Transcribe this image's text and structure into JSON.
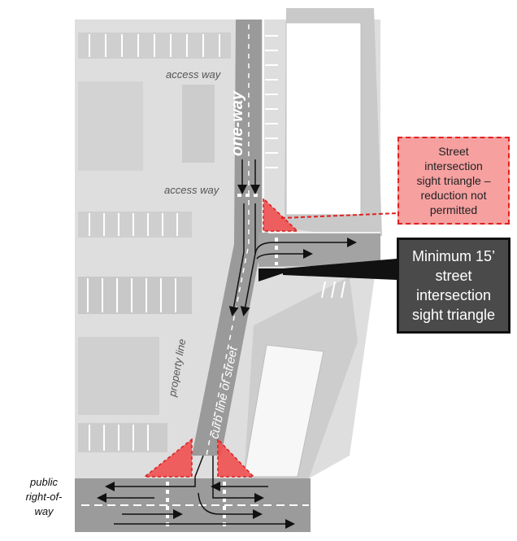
{
  "labels": {
    "access_way_top": "access way",
    "access_way_mid": "access way",
    "one_way": "one-way",
    "property_line": "property line",
    "curb_line": "curb line of street",
    "public_row": "public\nright-of-\nway"
  },
  "callouts": {
    "street_sight": "Street\nintersection\nsight triangle –\nreduction not\npermitted",
    "minimum_sight": "Minimum 15’\nstreet\nintersection\nsight triangle"
  },
  "colors": {
    "sight_triangle_fill": "#f05050",
    "sight_triangle_stroke": "#d92020",
    "callout_red_bg": "#f6a0a0",
    "callout_dark_bg": "#4a4a4a",
    "road": "#999999",
    "lot": "#dcdcdc",
    "building": "#ffffff"
  }
}
